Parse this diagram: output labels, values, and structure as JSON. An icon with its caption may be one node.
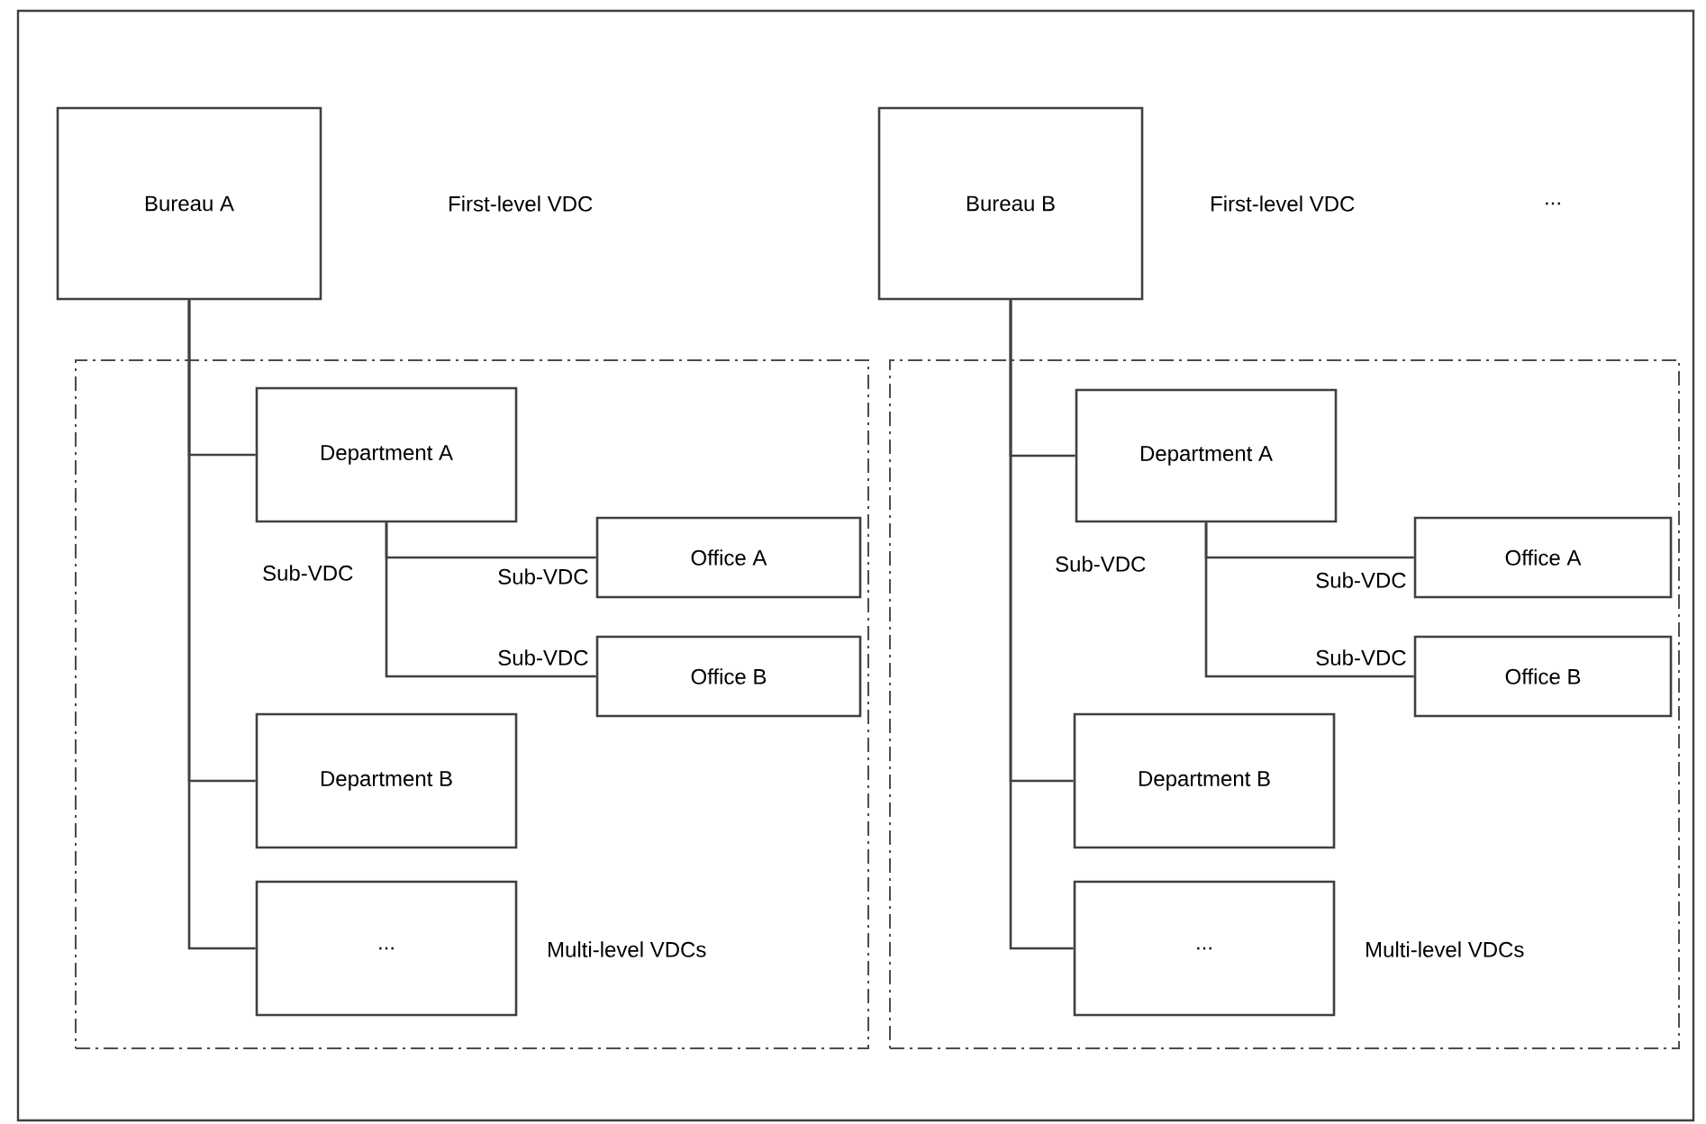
{
  "diagram": {
    "nodes": [
      {
        "text": [
          "Bureau A"
        ]
      },
      {
        "text": [],
        "shape": "box"
      },
      {
        "text": [
          "Department A"
        ],
        "in": 1
      },
      {
        "text": [
          "Office A"
        ],
        "in": 1
      },
      {
        "text": [
          "Office B"
        ],
        "in": 1
      },
      {
        "text": [
          "Department B"
        ],
        "in": 1
      },
      {
        "text": [
          "..."
        ],
        "in": 1,
        "beside": [
          "Multi-level VDCs"
        ]
      },
      {
        "text": [
          "Bureau B"
        ]
      },
      {
        "text": [],
        "shape": "box"
      },
      {
        "text": [
          "Department A"
        ],
        "in": 8
      },
      {
        "text": [
          "Office A"
        ],
        "in": 8
      },
      {
        "text": [
          "Office B"
        ],
        "in": 8
      },
      {
        "text": [
          "Department B"
        ],
        "in": 8
      },
      {
        "text": [
          "..."
        ],
        "in": 8,
        "beside": [
          "Multi-level VDCs"
        ]
      }
    ],
    "edges": [
      {
        "from": 0,
        "to": 2,
        "arrow": "none"
      },
      {
        "from": 0,
        "to": 5,
        "arrow": "none"
      },
      {
        "from": 0,
        "to": 6,
        "arrow": "none"
      },
      {
        "from": 2,
        "to": 3,
        "arrow": "none",
        "label": "Sub-VDC"
      },
      {
        "from": 2,
        "to": 4,
        "arrow": "none",
        "label": "Sub-VDC"
      },
      {
        "from": 7,
        "to": 9,
        "arrow": "none"
      },
      {
        "from": 7,
        "to": 12,
        "arrow": "none"
      },
      {
        "from": 7,
        "to": 13,
        "arrow": "none"
      },
      {
        "from": 9,
        "to": 10,
        "arrow": "none",
        "label": "Sub-VDC"
      },
      {
        "from": 9,
        "to": 11,
        "arrow": "none",
        "label": "Sub-VDC"
      }
    ],
    "labels": [
      "First-level VDC",
      "First-level VDC",
      "...",
      "Sub-VDC",
      "Sub-VDC"
    ]
  }
}
